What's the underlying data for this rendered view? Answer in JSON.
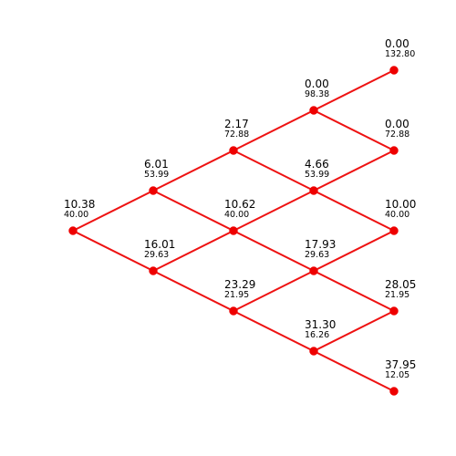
{
  "chart_data": {
    "type": "binomial-tree",
    "steps": 4,
    "edge_color": "#ee1111",
    "node_color": "#ee0000",
    "nodes": [
      {
        "step": 0,
        "index": 0,
        "value": "10.38",
        "price": "40.00"
      },
      {
        "step": 1,
        "index": 0,
        "value": "6.01",
        "price": "53.99"
      },
      {
        "step": 1,
        "index": 1,
        "value": "16.01",
        "price": "29.63"
      },
      {
        "step": 2,
        "index": 0,
        "value": "2.17",
        "price": "72.88"
      },
      {
        "step": 2,
        "index": 1,
        "value": "10.62",
        "price": "40.00"
      },
      {
        "step": 2,
        "index": 2,
        "value": "23.29",
        "price": "21.95"
      },
      {
        "step": 3,
        "index": 0,
        "value": "0.00",
        "price": "98.38"
      },
      {
        "step": 3,
        "index": 1,
        "value": "4.66",
        "price": "53.99"
      },
      {
        "step": 3,
        "index": 2,
        "value": "17.93",
        "price": "29.63"
      },
      {
        "step": 3,
        "index": 3,
        "value": "31.30",
        "price": "16.26"
      },
      {
        "step": 4,
        "index": 0,
        "value": "0.00",
        "price": "132.80"
      },
      {
        "step": 4,
        "index": 1,
        "value": "0.00",
        "price": "72.88"
      },
      {
        "step": 4,
        "index": 2,
        "value": "10.00",
        "price": "40.00"
      },
      {
        "step": 4,
        "index": 3,
        "value": "28.05",
        "price": "21.95"
      },
      {
        "step": 4,
        "index": 4,
        "value": "37.95",
        "price": "12.05"
      }
    ]
  }
}
